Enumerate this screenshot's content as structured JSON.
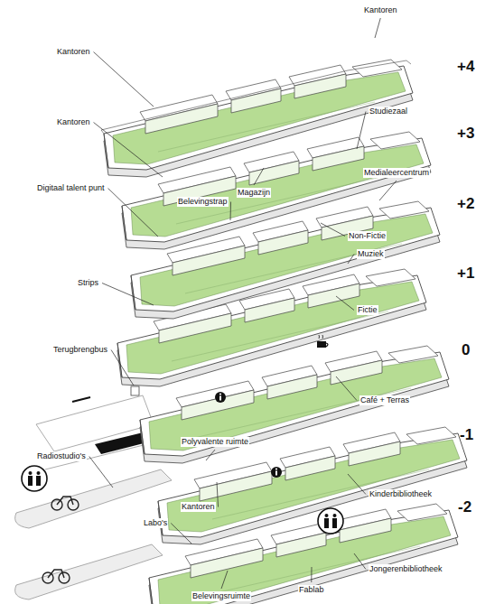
{
  "diagram": {
    "labels": [
      "Kantoren",
      "+4",
      "Kantoren",
      "Kantoren",
      "Studiezaal",
      "+3",
      "Magazijn",
      "Digitaal talent punt",
      "Medialeercentrum",
      "Belevingstrap",
      "+2",
      "Non-Fictie",
      "Muziek",
      "Strips",
      "+1",
      "Fictie",
      "Terugbrengbus",
      "0",
      "Café + Terras",
      "-1",
      "Radiostudio's",
      "Polyvalente ruimte",
      "Kinderbibliotheek",
      "Kantoren",
      "-2",
      "Labo's",
      "Jongerenbibliotheek",
      "Fablab",
      "Belevingsruimte"
    ]
  }
}
